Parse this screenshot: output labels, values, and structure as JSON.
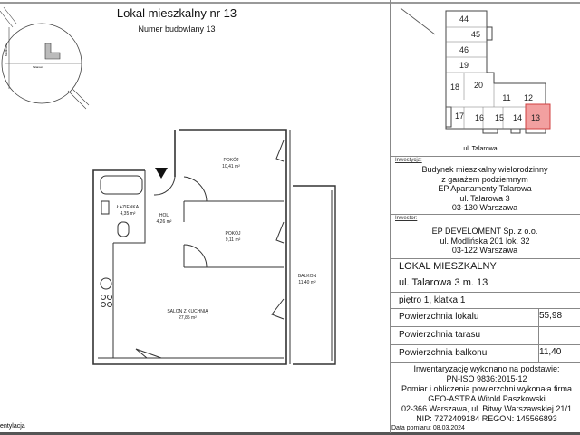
{
  "header": {
    "title": "Lokal mieszkalny nr 13",
    "subtitle": "Numer budowlany 13"
  },
  "location_map": {
    "streets": [
      "Talarowa",
      "Modlińska"
    ]
  },
  "floor_plan": {
    "rooms": [
      {
        "name": "POKÓJ",
        "area": "10,41 m²"
      },
      {
        "name": "POKÓJ",
        "area": "9,11 m²"
      },
      {
        "name": "ŁAZIENKA",
        "area": "4,35 m²"
      },
      {
        "name": "HOL",
        "area": "4,26 m²"
      },
      {
        "name": "SALON Z KUCHNIĄ",
        "area": "27,85 m²"
      },
      {
        "name": "BALKON",
        "area": "11,40 m²"
      }
    ],
    "legend": "wentylacja"
  },
  "building_plan": {
    "units": [
      "44",
      "45",
      "46",
      "19",
      "18",
      "20",
      "11",
      "12",
      "17",
      "16",
      "15",
      "14",
      "13"
    ],
    "highlighted_unit": "13",
    "highlight_color": "#f2a0a0",
    "street": "ul. Talarowa"
  },
  "info": {
    "investment_label": "Inwestycja:",
    "investment_lines": [
      "Budynek mieszkalny wielorodzinny",
      "z garażem podziemnym",
      "EP Apartamenty Talarowa",
      "ul. Talarowa 3",
      "03-130 Warszawa"
    ],
    "investor_label": "Inwestor:",
    "investor_lines": [
      "EP DEVELOMENT Sp. z o.o.",
      "ul. Modlińska 201 lok. 32",
      "03-122 Warszawa"
    ],
    "unit_type": "LOKAL MIESZKALNY",
    "address": "ul. Talarowa 3 m. 13",
    "floor": "piętro 1, klatka 1",
    "areas": [
      {
        "label": "Powierzchnia lokalu",
        "value": "55,98"
      },
      {
        "label": "Powierzchnia tarasu",
        "value": ""
      },
      {
        "label": "Powierzchnia balkonu",
        "value": "11,40"
      }
    ],
    "footer_lines": [
      "Inwentaryzację wykonano na podstawie:",
      "PN-ISO 9836:2015-12",
      "Pomiar i obliczenia powierzchni wykonała firma",
      "GEO-ASTRA Witold Paszkowski",
      "02-366 Warszawa, ul. Bitwy Warszawskiej  21/1",
      "NIP: 7272409184 REGON: 145566893"
    ],
    "measurement_date": "Data pomiaru: 08.03.2024"
  }
}
